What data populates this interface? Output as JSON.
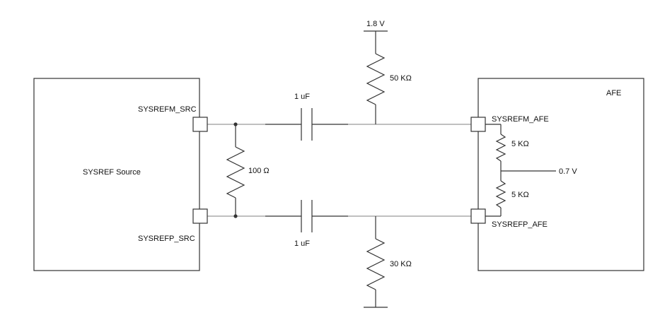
{
  "labels": {
    "source_block": "SYSREF Source",
    "afe_block": "AFE",
    "sysrefm_src": "SYSREFM_SRC",
    "sysrefp_src": "SYSREFP_SRC",
    "sysrefm_afe": "SYSREFM_AFE",
    "sysrefp_afe": "SYSREFP_AFE",
    "cap_top": "1 uF",
    "cap_bottom": "1 uF",
    "res_termination": "100 Ω",
    "res_pullup": "50 KΩ",
    "res_pulldown": "30 KΩ",
    "res_afe_top": "5 KΩ",
    "res_afe_bottom": "5 KΩ",
    "supply_voltage": "1.8 V",
    "bias_voltage": "0.7 V"
  }
}
